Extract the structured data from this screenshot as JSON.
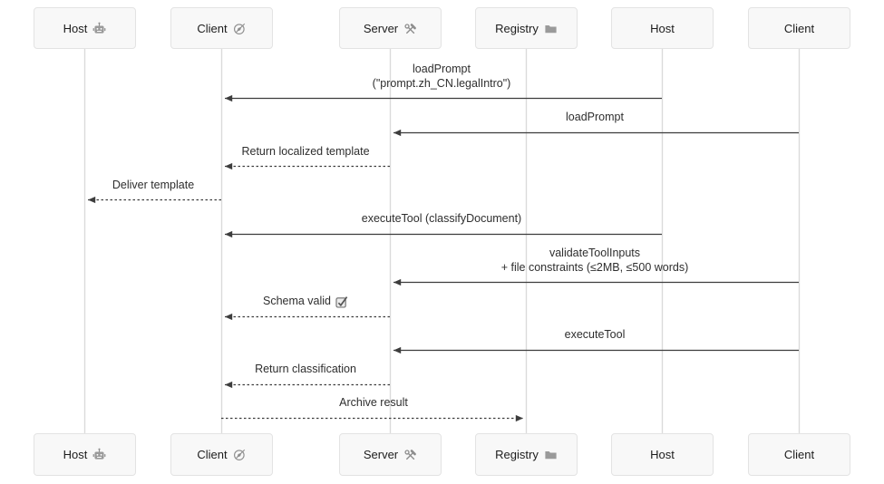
{
  "colors": {
    "background": "#ffffff",
    "actor_fill": "#f8f8f8",
    "actor_border": "#e3e3e3",
    "lifeline": "#dbdbdb",
    "arrow": "#3d3d3d",
    "text": "#2e2e2e",
    "icon": "#8d8d8d"
  },
  "diagram": {
    "actors": [
      {
        "name": "Host",
        "icon": "robot-icon"
      },
      {
        "name": "Client",
        "icon": "compass-icon"
      },
      {
        "name": "Server",
        "icon": "hammer-wrench-icon"
      },
      {
        "name": "Registry",
        "icon": "folder-icon"
      },
      {
        "name": "Host",
        "icon": ""
      },
      {
        "name": "Client",
        "icon": ""
      }
    ],
    "messages": [
      {
        "label": "loadPrompt\n(\"prompt.zh_CN.legalIntro\")",
        "from": "Host",
        "to": "Client",
        "line": "solid"
      },
      {
        "label": "loadPrompt",
        "from": "Client",
        "to": "Server",
        "line": "solid"
      },
      {
        "label": "Return localized template",
        "from": "Server",
        "to": "Client",
        "line": "dashed"
      },
      {
        "label": "Deliver template",
        "from": "Client",
        "to": "Host",
        "line": "dashed"
      },
      {
        "label": "executeTool (classifyDocument)",
        "from": "Host",
        "to": "Client",
        "line": "solid"
      },
      {
        "label": "validateToolInputs\n+ file constraints (≤2MB, ≤500 words)",
        "from": "Client",
        "to": "Server",
        "line": "solid"
      },
      {
        "label": "Schema valid",
        "icon": "checkbox-checked-icon",
        "from": "Server",
        "to": "Client",
        "line": "dashed"
      },
      {
        "label": "executeTool",
        "from": "Client",
        "to": "Server",
        "line": "solid"
      },
      {
        "label": "Return classification",
        "from": "Server",
        "to": "Client",
        "line": "dashed"
      },
      {
        "label": "Archive result",
        "from": "Client",
        "to": "Registry",
        "line": "dashed"
      }
    ]
  }
}
